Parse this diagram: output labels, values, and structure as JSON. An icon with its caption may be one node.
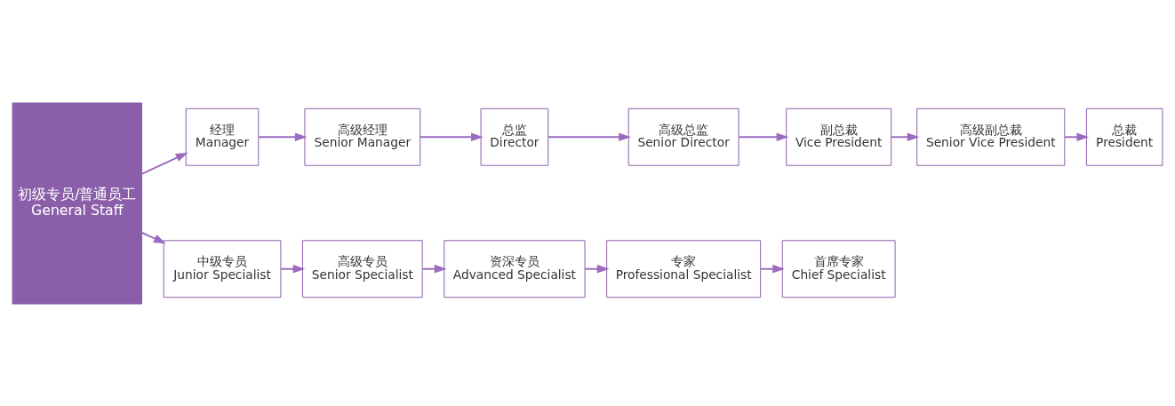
{
  "diagram": {
    "nodes": [
      {
        "text": [
          "初级专员/普通员工",
          "General Staff"
        ]
      },
      {
        "text": [
          "经理",
          "Manager"
        ]
      },
      {
        "text": [
          "高级经理",
          "Senior Manager"
        ]
      },
      {
        "text": [
          "总监",
          "Director"
        ]
      },
      {
        "text": [
          "高级总监",
          "Senior Director"
        ]
      },
      {
        "text": [
          "副总裁",
          "Vice President"
        ]
      },
      {
        "text": [
          "高级副总裁",
          "Senior Vice President"
        ]
      },
      {
        "text": [
          "总裁",
          "President"
        ]
      },
      {
        "text": [
          "中级专员",
          "Junior Specialist"
        ]
      },
      {
        "text": [
          "高级专员",
          "Senior Specialist"
        ]
      },
      {
        "text": [
          "资深专员",
          "Advanced Specialist"
        ]
      },
      {
        "text": [
          "专家",
          "Professional Specialist"
        ]
      },
      {
        "text": [
          "首席专家",
          "Chief Specialist"
        ]
      }
    ],
    "edges": [
      {
        "from": 0,
        "to": 1,
        "arrow": "to"
      },
      {
        "from": 1,
        "to": 2,
        "arrow": "to"
      },
      {
        "from": 2,
        "to": 3,
        "arrow": "to"
      },
      {
        "from": 3,
        "to": 4,
        "arrow": "to"
      },
      {
        "from": 4,
        "to": 5,
        "arrow": "to"
      },
      {
        "from": 5,
        "to": 6,
        "arrow": "to"
      },
      {
        "from": 6,
        "to": 7,
        "arrow": "to"
      },
      {
        "from": 0,
        "to": 8,
        "arrow": "to"
      },
      {
        "from": 8,
        "to": 9,
        "arrow": "to"
      },
      {
        "from": 9,
        "to": 10,
        "arrow": "to"
      },
      {
        "from": 10,
        "to": 11,
        "arrow": "to"
      },
      {
        "from": 11,
        "to": 12,
        "arrow": "to"
      }
    ]
  }
}
